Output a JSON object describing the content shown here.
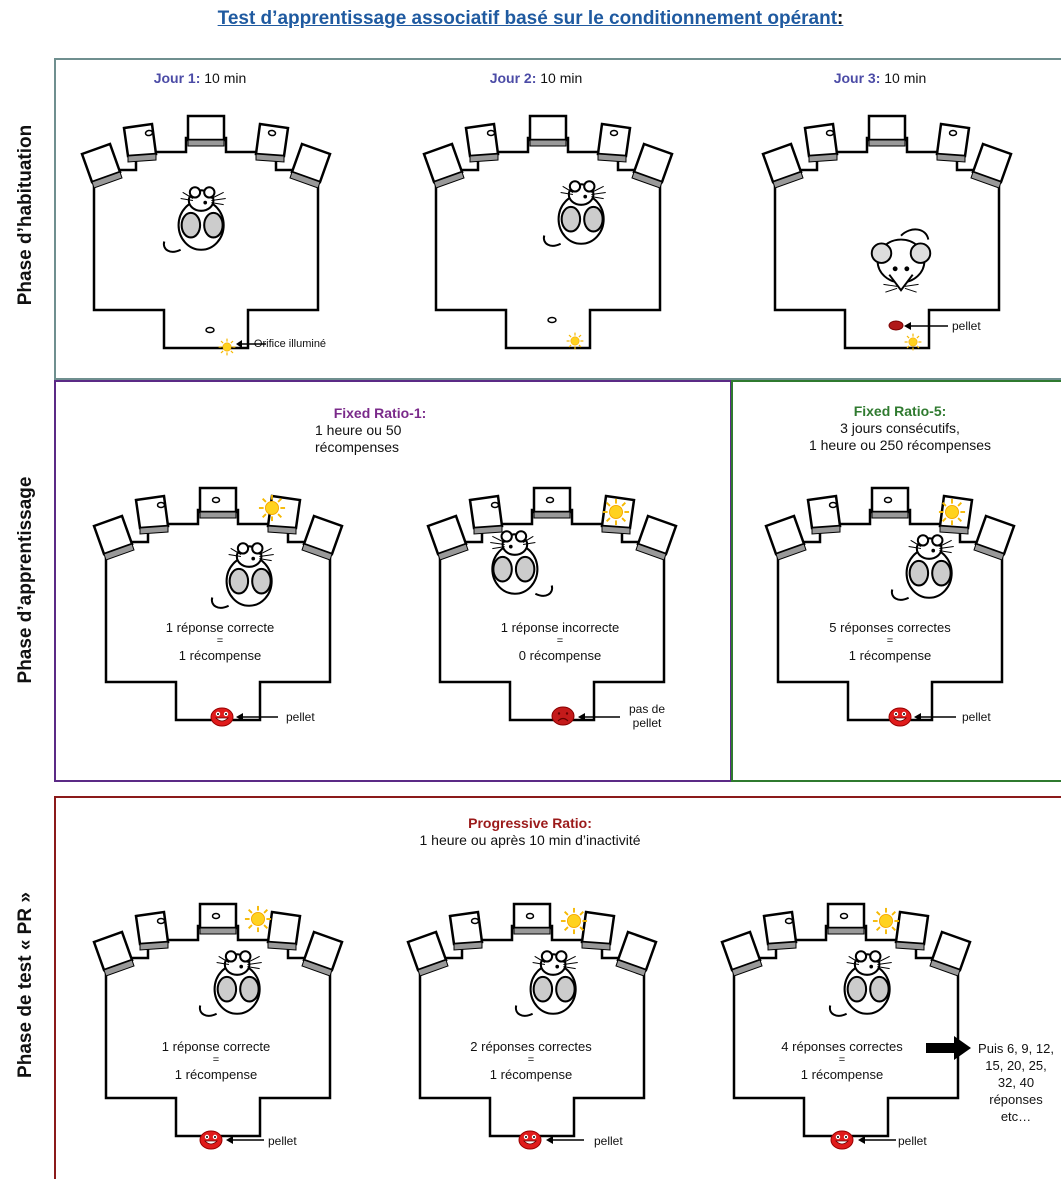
{
  "title": "Test d’apprentissage associatif basé sur le conditionnement opérant",
  "title_suffix": ":",
  "colors": {
    "title": "#1f5aa0",
    "habituation_border": "#6f8f8f",
    "apprentissage_border": "#5b2a86",
    "fr5_border": "#2f7a2f",
    "pr_border": "#8b1a1a",
    "jour_label": "#4b4ba6",
    "fr1_label": "#7a2a8a",
    "fr5_label": "#2f7a2f",
    "pr_label": "#9b1a1a"
  },
  "phases": {
    "habituation": "Phase d’habituation",
    "apprentissage": "Phase d’apprentissage",
    "test": "Phase de test « PR »"
  },
  "habituation": {
    "days": [
      {
        "label": "Jour 1:",
        "duration": " 10 min"
      },
      {
        "label": "Jour 2:",
        "duration": " 10 min"
      },
      {
        "label": "Jour 3:",
        "duration": " 10 min"
      }
    ],
    "orifice_label": "Orifice illuminé",
    "pellet_label": "pellet"
  },
  "apprentissage": {
    "fr1": {
      "name": "Fixed Ratio-1:",
      "detail": "1 heure ou 50 récompenses"
    },
    "fr5": {
      "name": "Fixed Ratio-5:",
      "detail1": "3 jours consécutifs,",
      "detail2": "1 heure ou 250 récompenses"
    },
    "boxes": [
      {
        "line1": "1 réponse correcte",
        "eq": "=",
        "line2": "1 récompense",
        "pellet": "pellet"
      },
      {
        "line1": "1 réponse incorrecte",
        "eq": "=",
        "line2": "0 récompense",
        "pellet": "pas de pellet"
      },
      {
        "line1": "5 réponses correctes",
        "eq": "=",
        "line2": "1 récompense",
        "pellet": "pellet"
      }
    ]
  },
  "test": {
    "name": "Progressive Ratio:",
    "detail": "1 heure ou après 10 min d’inactivité",
    "boxes": [
      {
        "line1": "1 réponse correcte",
        "eq": "=",
        "line2": "1 récompense",
        "pellet": "pellet"
      },
      {
        "line1": "2 réponses correctes",
        "eq": "=",
        "line2": "1 récompense",
        "pellet": "pellet"
      },
      {
        "line1": "4 réponses correctes",
        "eq": "=",
        "line2": "1 récompense",
        "pellet": "pellet"
      }
    ],
    "continuation": "Puis 6, 9, 12, 15, 20, 25, 32, 40 réponses etc…"
  },
  "icons": [
    "operant-box-icon",
    "mouse-icon",
    "sun-icon",
    "smiley-pellet-icon",
    "sad-pellet-icon",
    "arrow-icon"
  ]
}
